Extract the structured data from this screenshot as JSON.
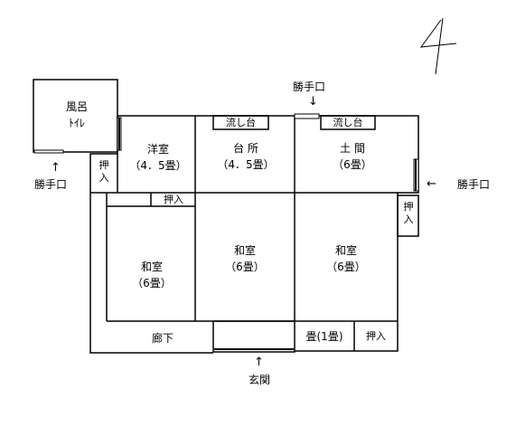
{
  "page_number": "4",
  "rooms": {
    "bath": {
      "line1": "風呂",
      "line2": "ﾄｲﾚ"
    },
    "western": {
      "name": "洋室",
      "size": "（4．5畳）"
    },
    "kitchen": {
      "name": "台 所",
      "size": "（4．5畳）"
    },
    "doma": {
      "name": "土 間",
      "size": "（6畳）"
    },
    "washitsu_left": {
      "name": "和室",
      "size": "（6畳）"
    },
    "washitsu_center": {
      "name": "和室",
      "size": "（6畳）"
    },
    "washitsu_right": {
      "name": "和室",
      "size": "（6畳）"
    },
    "corridor": "廊下",
    "tatami_small": "畳(1畳)"
  },
  "fixtures": {
    "sink_left": "流し台",
    "sink_right": "流し台",
    "closet_top_left": "押入",
    "closet_mid": "押入",
    "closet_right": "押入",
    "closet_bottom_right": "押入"
  },
  "entrances": {
    "service_left": "勝手口",
    "service_top": "勝手口",
    "service_right": "勝手口",
    "main": "玄関"
  },
  "arrows": {
    "up": "↑",
    "down": "↓",
    "left": "←"
  }
}
